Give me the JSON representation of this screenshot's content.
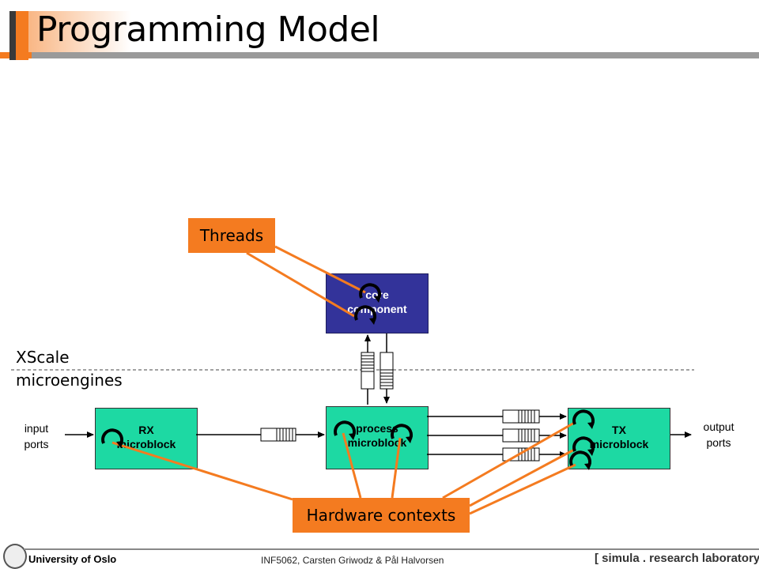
{
  "slide": {
    "title": "Programming Model"
  },
  "diagram": {
    "core_box": {
      "line1": "core",
      "line2": "component"
    },
    "rx_box": {
      "line1": "RX",
      "line2": "microblock"
    },
    "process_box": {
      "line1": "process",
      "line2": "microblock"
    },
    "tx_box": {
      "line1": "TX",
      "line2": "microblock"
    },
    "input_label": {
      "line1": "input",
      "line2": "ports"
    },
    "output_label": {
      "line1": "output",
      "line2": "ports"
    },
    "xscale_label": {
      "line1": "XScale",
      "line2": "microengines"
    },
    "threads_callout": "Threads",
    "hardware_callout": "Hardware contexts"
  },
  "footer": {
    "university": "University of Oslo",
    "authors": "INF5062, Carsten Griwodz & Pål Halvorsen",
    "lab": "[ simula . research laboratory ]"
  },
  "colors": {
    "accent_orange": "#f47b20",
    "core_blue": "#33339a",
    "microblock_green": "#1dd9a3"
  }
}
